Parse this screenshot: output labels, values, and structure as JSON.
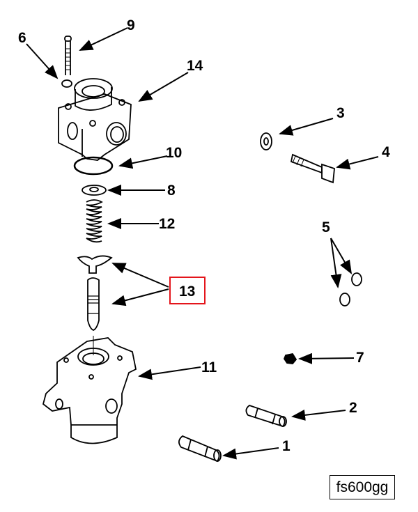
{
  "figure_code": "fs600gg",
  "highlighted_callout": "13",
  "highlight_color": "#e4151b",
  "callouts": {
    "c1": "1",
    "c2": "2",
    "c3": "3",
    "c4": "4",
    "c5": "5",
    "c6": "6",
    "c7": "7",
    "c8": "8",
    "c9": "9",
    "c10": "10",
    "c11": "11",
    "c12": "12",
    "c13": "13",
    "c14": "14"
  }
}
